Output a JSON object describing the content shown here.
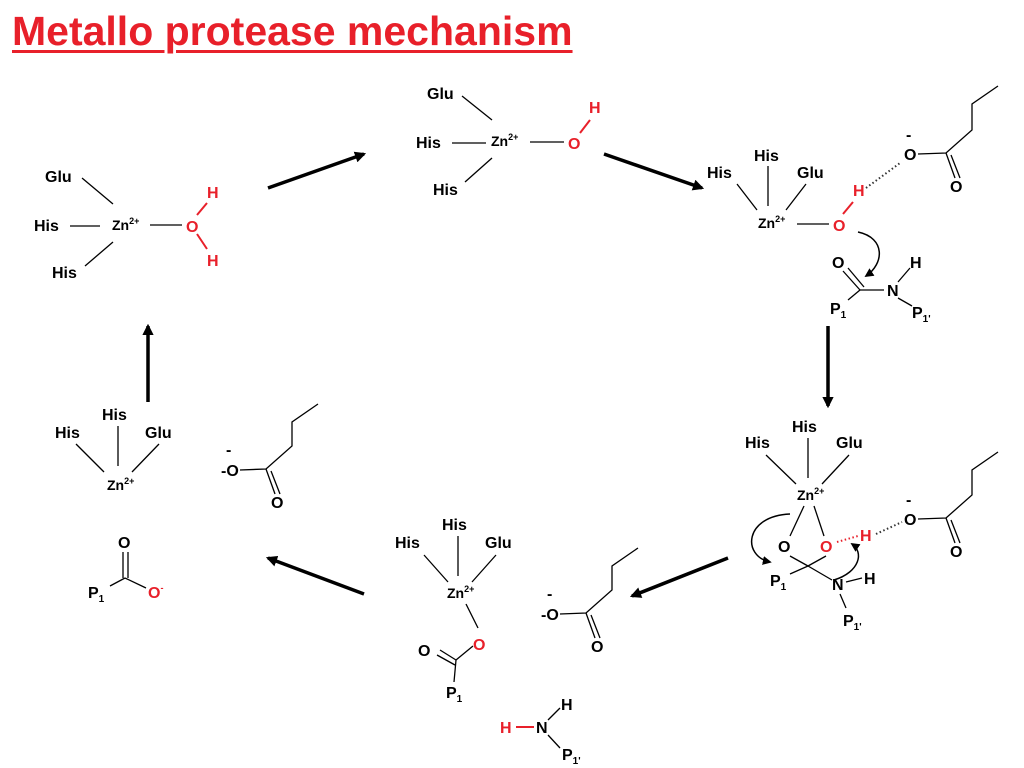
{
  "title": "Metallo protease mechanism",
  "labels": {
    "glu": "Glu",
    "his": "His",
    "zn": "Zn",
    "zn_charge": "2+",
    "oxygen": "O",
    "hydrogen": "H",
    "nitrogen": "N",
    "minus": "-",
    "p": "P",
    "sub_1": "1",
    "sub_1prime": "1'",
    "carboxylate_o": "-O",
    "o_minus_charge": "-"
  },
  "colors": {
    "title": "#e8202a",
    "highlight": "#e8202a",
    "ink": "#000000"
  }
}
